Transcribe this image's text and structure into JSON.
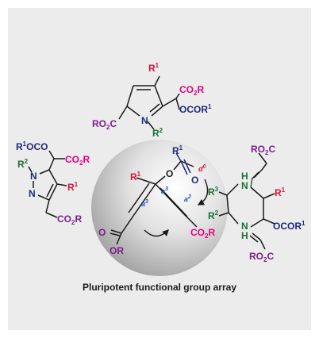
{
  "colors": {
    "panel": "#ececec",
    "black": "#1a1a1a",
    "magenta": "#e6007e",
    "purple": "#7b1f8c",
    "navy": "#1f2a7a",
    "green": "#1c6e3a",
    "blue": "#1f4fd1",
    "red": "#d4153a"
  },
  "caption": "Pluripotent functional group array",
  "center": {
    "r1": "R",
    "r1_sup": "1",
    "carbonyl_r1": "R",
    "carbonyl_r1_sup": "1",
    "o_label": "O",
    "o_carbonyl": "O",
    "d0": "d",
    "d0_sup": "0",
    "a2": "a",
    "a2_sup": "2",
    "a3_top": "a",
    "a3_top_sup": "3",
    "a3_left": "a",
    "a3_left_sup": "3",
    "ester_o": "O",
    "ester_or": "OR",
    "co2r": "CO",
    "co2r_sub": "2",
    "co2r_r": "R"
  },
  "pyrrole": {
    "r1": "R",
    "r1_sup": "1",
    "co2r": "CO",
    "co2r_sub": "2",
    "co2r_r": "R",
    "ocor": "OCOR",
    "ocor_sup": "1",
    "ro2c": "RO",
    "ro2c_sub": "2",
    "ro2c_c": "C",
    "n": "N",
    "r2": "R",
    "r2_sup": "2"
  },
  "pyrazole": {
    "r1oco": "R",
    "r1oco_sup": "1",
    "r1oco_rest": "OCO",
    "co2r": "CO",
    "co2r_sub": "2",
    "co2r_r": "R",
    "r2": "R",
    "r2_sup": "2",
    "n1": "N",
    "n2": "N",
    "r1": "R",
    "r1_sup": "1",
    "co2r_bottom": "CO",
    "co2r_bottom_sub": "2",
    "co2r_bottom_r": "R"
  },
  "diazepine": {
    "ro2c_top": "RO",
    "ro2c_top_sub": "2",
    "ro2c_top_c": "C",
    "nh_top": "H",
    "nh_top_n": "N",
    "r3": "R",
    "r3_sup": "3",
    "r1": "R",
    "r1_sup": "1",
    "r2": "R",
    "r2_sup": "2",
    "ocor": "OCOR",
    "ocor_sup": "1",
    "nh_bottom": "H",
    "nh_bottom_n": "N",
    "ro2c_bottom": "RO",
    "ro2c_bottom_sub": "2",
    "ro2c_bottom_c": "C"
  }
}
